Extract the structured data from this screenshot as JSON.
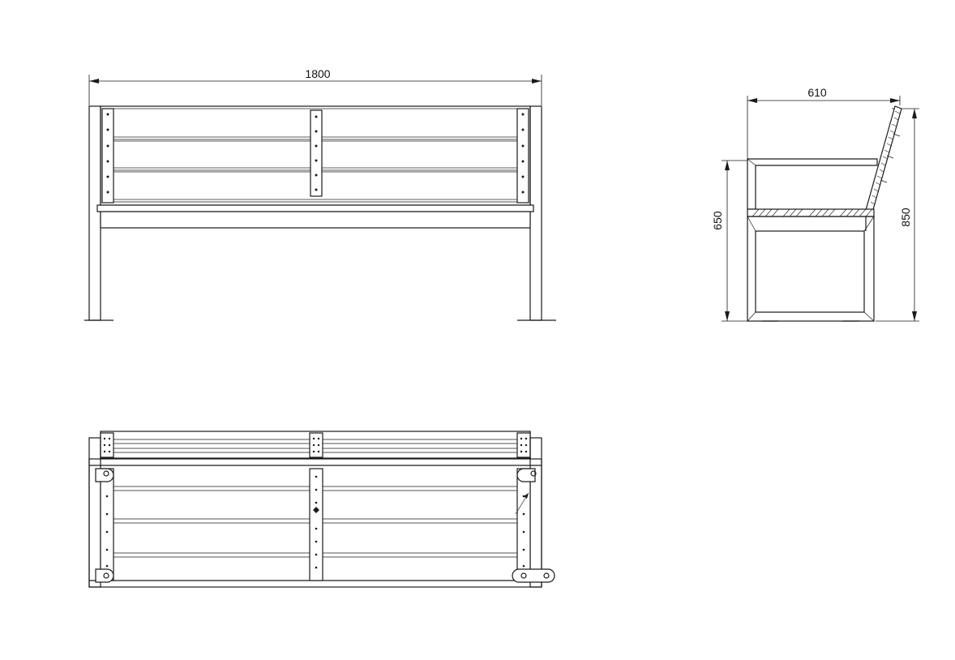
{
  "dimensions": {
    "front_width": "1800",
    "side_depth": "610",
    "side_seat_height": "650",
    "side_total_height": "850"
  },
  "colors": {
    "line": "#1a1a1a",
    "background": "#ffffff"
  }
}
